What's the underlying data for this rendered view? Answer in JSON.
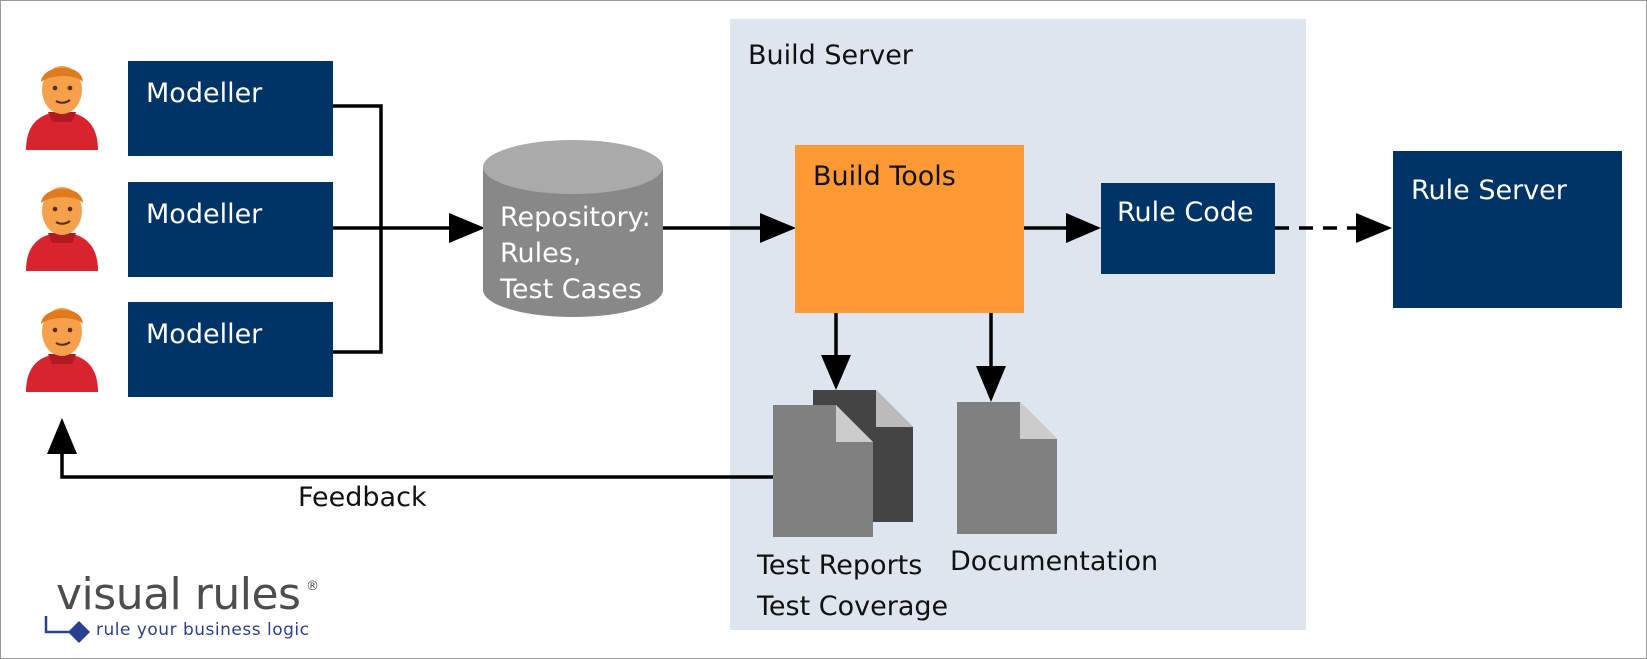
{
  "modeller_labels": [
    "Modeller",
    "Modeller",
    "Modeller"
  ],
  "repository": {
    "lines": [
      "Repository:",
      "Rules,",
      "Test Cases"
    ]
  },
  "build_server": {
    "title": "Build Server"
  },
  "build_tools": {
    "label": "Build Tools"
  },
  "rule_code": {
    "label": "Rule Code"
  },
  "rule_server": {
    "label": "Rule Server"
  },
  "outputs": {
    "test_reports": [
      "Test Reports",
      "Test Coverage"
    ],
    "documentation": "Documentation"
  },
  "feedback": {
    "label": "Feedback"
  },
  "logo": {
    "word": "visual rules",
    "registered": "®",
    "tagline": "rule your business logic"
  },
  "colors": {
    "navy": "#003366",
    "orange": "#ff9933",
    "server_bg": "#dfe5ee",
    "repo_gray": "#888888",
    "doc_gray": "#808080",
    "doc_dark": "#444444",
    "person_red": "#d9232e",
    "person_skin": "#f5a04a"
  },
  "icons": [
    "person-icon",
    "database-icon",
    "document-icon",
    "document-stack-icon",
    "arrow-icon"
  ]
}
